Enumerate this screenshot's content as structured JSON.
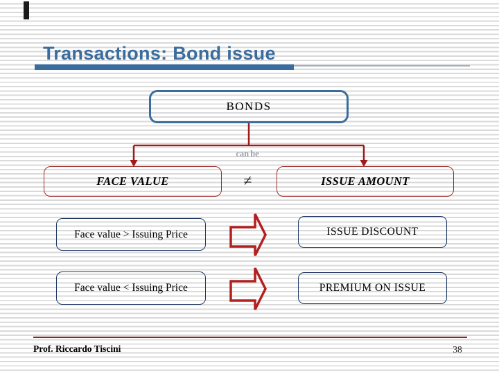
{
  "slide": {
    "title": "Transactions: Bond issue",
    "diagram": {
      "root_label": "BONDS",
      "branch_label": "can be",
      "left_node_label": "FACE VALUE",
      "relation_symbol": "≠",
      "right_node_label": "ISSUE AMOUNT",
      "rows": [
        {
          "condition": "Face value > Issuing Price",
          "result": "ISSUE DISCOUNT"
        },
        {
          "condition": "Face value < Issuing Price",
          "result": "PREMIUM ON ISSUE"
        }
      ]
    },
    "footer": {
      "author": "Prof. Riccardo Tiscini",
      "page_number": "38"
    },
    "colors": {
      "accent_blue": "#3a6d9e",
      "connector_red": "#9e1b1b",
      "node_border_red": "#9e2a2a",
      "row_border_navy": "#203864",
      "arrow_red": "#b41f1f",
      "footer_line_maroon": "#7d2a2a",
      "branch_label_gray": "#9aa2ac"
    }
  }
}
